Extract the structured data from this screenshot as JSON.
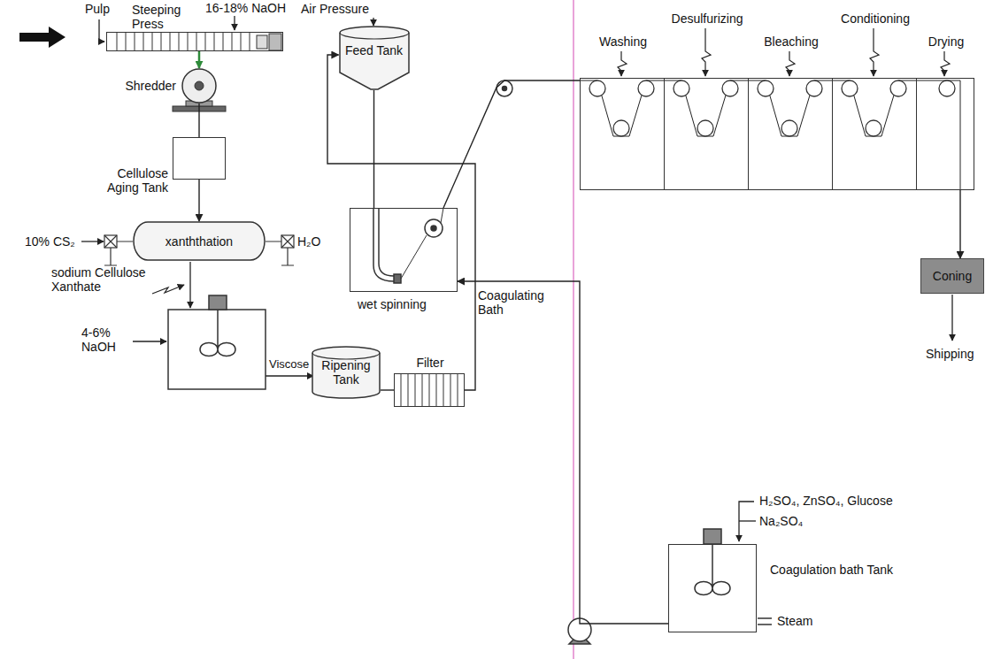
{
  "diagram": {
    "nodes": [
      {
        "text": [
          "Steeping Press"
        ]
      },
      {
        "text": [
          "Shredder"
        ]
      },
      {
        "text": [
          "Cellulose Aging Tank"
        ]
      },
      {
        "text": [
          "xanththation"
        ]
      },
      {
        "text": [
          "Ripening Tank"
        ]
      },
      {
        "text": [
          "Filter"
        ]
      },
      {
        "text": [
          "Feed Tank"
        ]
      },
      {
        "text": [
          "wet spinning"
        ]
      },
      {
        "text": [
          "Washing"
        ]
      },
      {
        "text": [
          "Desulfurizing"
        ]
      },
      {
        "text": [
          "Bleaching"
        ]
      },
      {
        "text": [
          "Conditioning"
        ]
      },
      {
        "text": [
          "Drying"
        ]
      },
      {
        "text": [
          "Coning"
        ]
      },
      {
        "text": [
          "Coagulation bath Tank"
        ]
      }
    ],
    "edges": [
      {
        "from": 0,
        "to": 1,
        "arrow": "to"
      },
      {
        "from": 1,
        "to": 2,
        "arrow": "none"
      },
      {
        "from": 2,
        "to": 3,
        "arrow": "to"
      },
      {
        "from": 4,
        "to": 5,
        "arrow": "none"
      },
      {
        "from": 5,
        "to": 6,
        "arrow": "to"
      },
      {
        "from": 6,
        "to": 7,
        "arrow": "none"
      },
      {
        "from": 7,
        "to": 8,
        "arrow": "none"
      },
      {
        "from": 12,
        "to": 13,
        "arrow": "to"
      },
      {
        "from": 14,
        "to": 7,
        "label": "Coagulating Bath",
        "arrow": "to"
      }
    ],
    "labels": [
      "Pulp",
      "16-18% NaOH",
      "Air Pressure",
      "10% CS₂",
      "H₂O",
      "sodium Cellulose Xanthate",
      "4-6% NaOH",
      "Viscose",
      "Shipping",
      "H₂SO₄, ZnSO₄, Glucose",
      "Na₂SO₄",
      "Steam"
    ]
  }
}
